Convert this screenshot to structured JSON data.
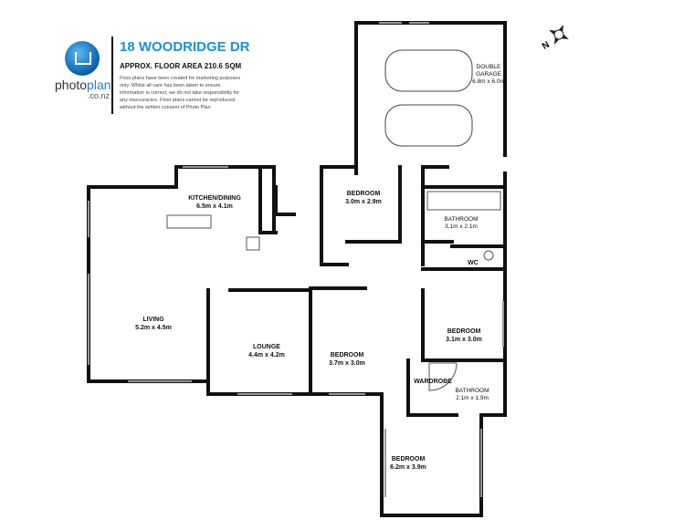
{
  "header": {
    "brand_main": "photo",
    "brand_accent": "plan",
    "brand_domain": ".co.nz",
    "title": "18 WOODRIDGE DR",
    "floor_area": "APPROX. FLOOR AREA 210.6 SQM",
    "disclaimer": "Floor plans have been created for marketing purposes only. Whilst all care has been taken to ensure information is correct, we do not take responsibility for any inaccuracies. Floor plans cannot be reproduced without the written consent of Photo Plan"
  },
  "compass": {
    "icon": "compass-rose-icon",
    "letter": "N"
  },
  "rooms": [
    {
      "name": "DOUBLE",
      "dims": "GARAGE"
    },
    {
      "name": "KITCHEN/DINING",
      "dims": "6.5m x 4.1m"
    },
    {
      "name": "BEDROOM",
      "dims": "3.0m x 2.9m"
    },
    {
      "name": "BATHROOM",
      "dims": "3.1m x 2.1m"
    },
    {
      "name": "WC",
      "dims": ""
    },
    {
      "name": "LIVING",
      "dims": "5.2m x 4.5m"
    },
    {
      "name": "LOUNGE",
      "dims": "4.4m x 4.2m"
    },
    {
      "name": "BEDROOM",
      "dims": "3.7m x 3.0m"
    },
    {
      "name": "BEDROOM",
      "dims": "3.1m x 3.0m"
    },
    {
      "name": "WARDROBE",
      "dims": ""
    },
    {
      "name": "BATHROOM",
      "dims": "2.1m x 1.9m"
    },
    {
      "name": "BEDROOM",
      "dims": "6.2m x 3.9m"
    }
  ],
  "garage_dims": "6.8m x 6.0m"
}
